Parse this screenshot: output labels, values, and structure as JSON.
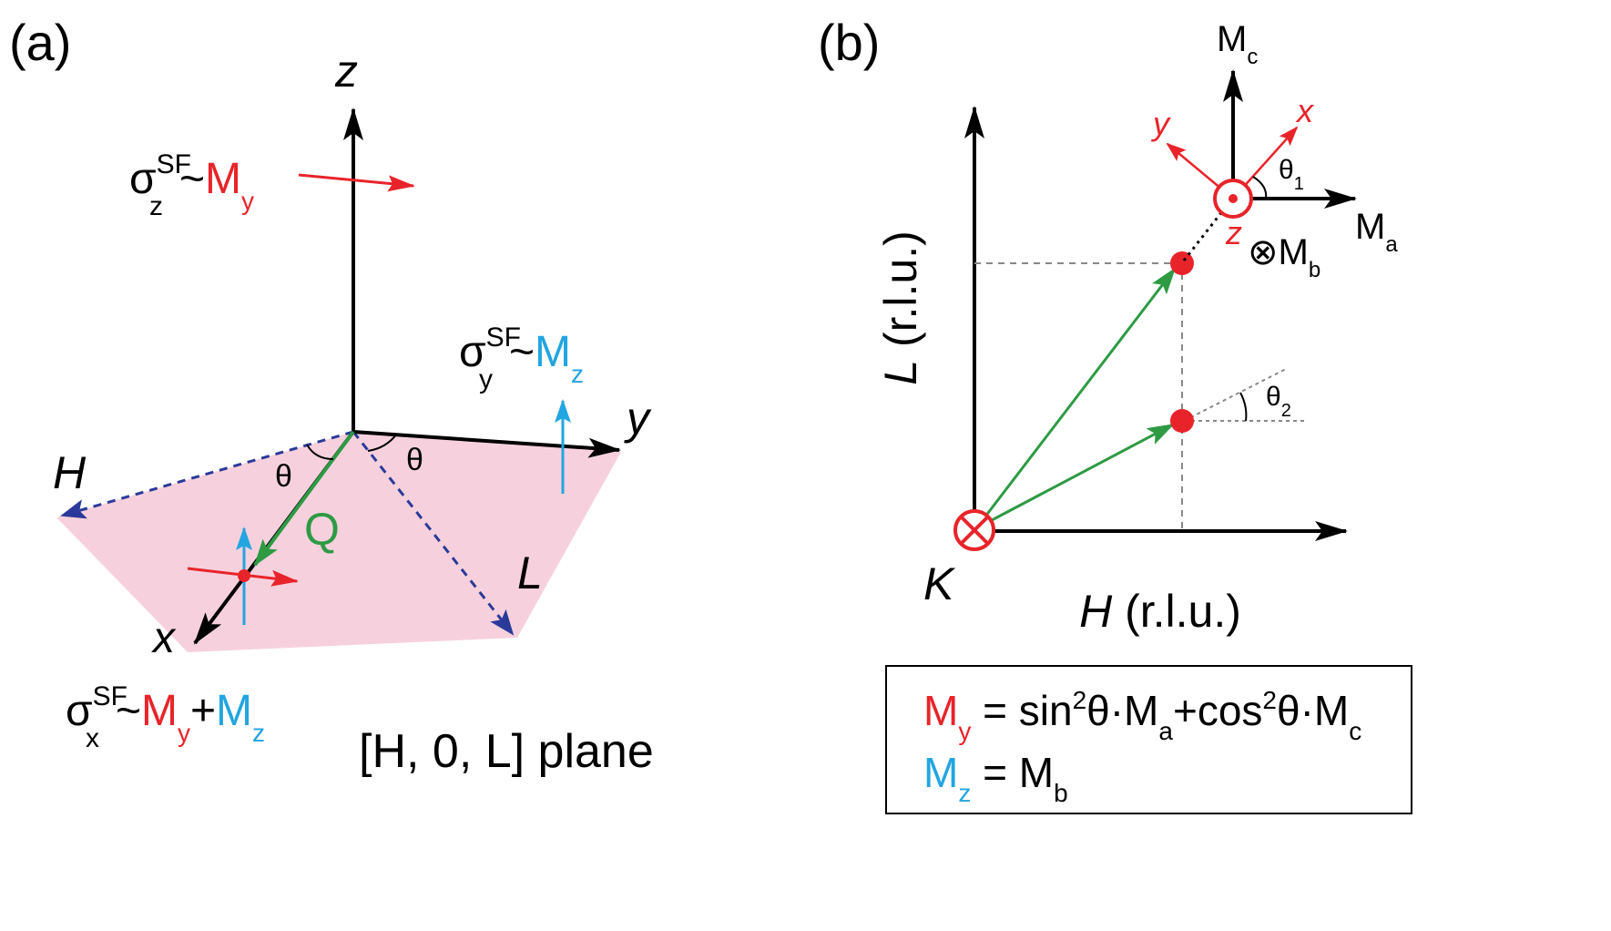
{
  "colors": {
    "red": "#e8242a",
    "blue": "#22a5e0",
    "green": "#2e9a44",
    "dark_blue": "#2b3a9a",
    "plane": "#f6d1dd",
    "black": "#000000",
    "grey": "#888888"
  },
  "panel_a": {
    "label": "(a)",
    "axis_z": "z",
    "axis_y": "y",
    "axis_x": "x",
    "axis_H": "H",
    "axis_L": "L",
    "vector_Q": "Q",
    "theta_left": "θ",
    "theta_right": "θ",
    "plane_caption": "[H, 0, L] plane",
    "sigma_z": {
      "sigma": "σ",
      "sup": "SF",
      "sub": "z",
      "tilde": "~",
      "M": "M",
      "M_sub": "y"
    },
    "sigma_y": {
      "sigma": "σ",
      "sup": "SF",
      "sub": "y",
      "tilde": "~",
      "M": "M",
      "M_sub": "z"
    },
    "sigma_x": {
      "sigma": "σ",
      "sup": "SF",
      "sub": "x",
      "tilde": "~",
      "M1": "M",
      "M1_sub": "y",
      "plus": "+",
      "M2": "M",
      "M2_sub": "z"
    }
  },
  "panel_b": {
    "label": "(b)",
    "ylabel_italic": "L",
    "ylabel_rest": " (r.l.u.)",
    "xlabel_italic": "H",
    "xlabel_rest": " (r.l.u.)",
    "origin_label": "K",
    "Mc": {
      "M": "M",
      "sub": "c"
    },
    "Ma": {
      "M": "M",
      "sub": "a"
    },
    "Mb": {
      "sym": "⊗",
      "M": "M",
      "sub": "b"
    },
    "frame_x": "x",
    "frame_y": "y",
    "frame_z": "z",
    "theta1": {
      "t": "θ",
      "sub": "1"
    },
    "theta2": {
      "t": "θ",
      "sub": "2"
    }
  },
  "equations": {
    "eq1": {
      "M": "M",
      "M_sub": "y",
      "rest1": " = sin",
      "sq1": "2",
      "rest2": "θ·M",
      "sub_a": "a",
      "rest3": "+cos",
      "sq2": "2",
      "rest4": "θ·M",
      "sub_c": "c"
    },
    "eq2": {
      "M": "M",
      "M_sub": "z",
      "rest1": " = M",
      "sub_b": "b"
    }
  }
}
